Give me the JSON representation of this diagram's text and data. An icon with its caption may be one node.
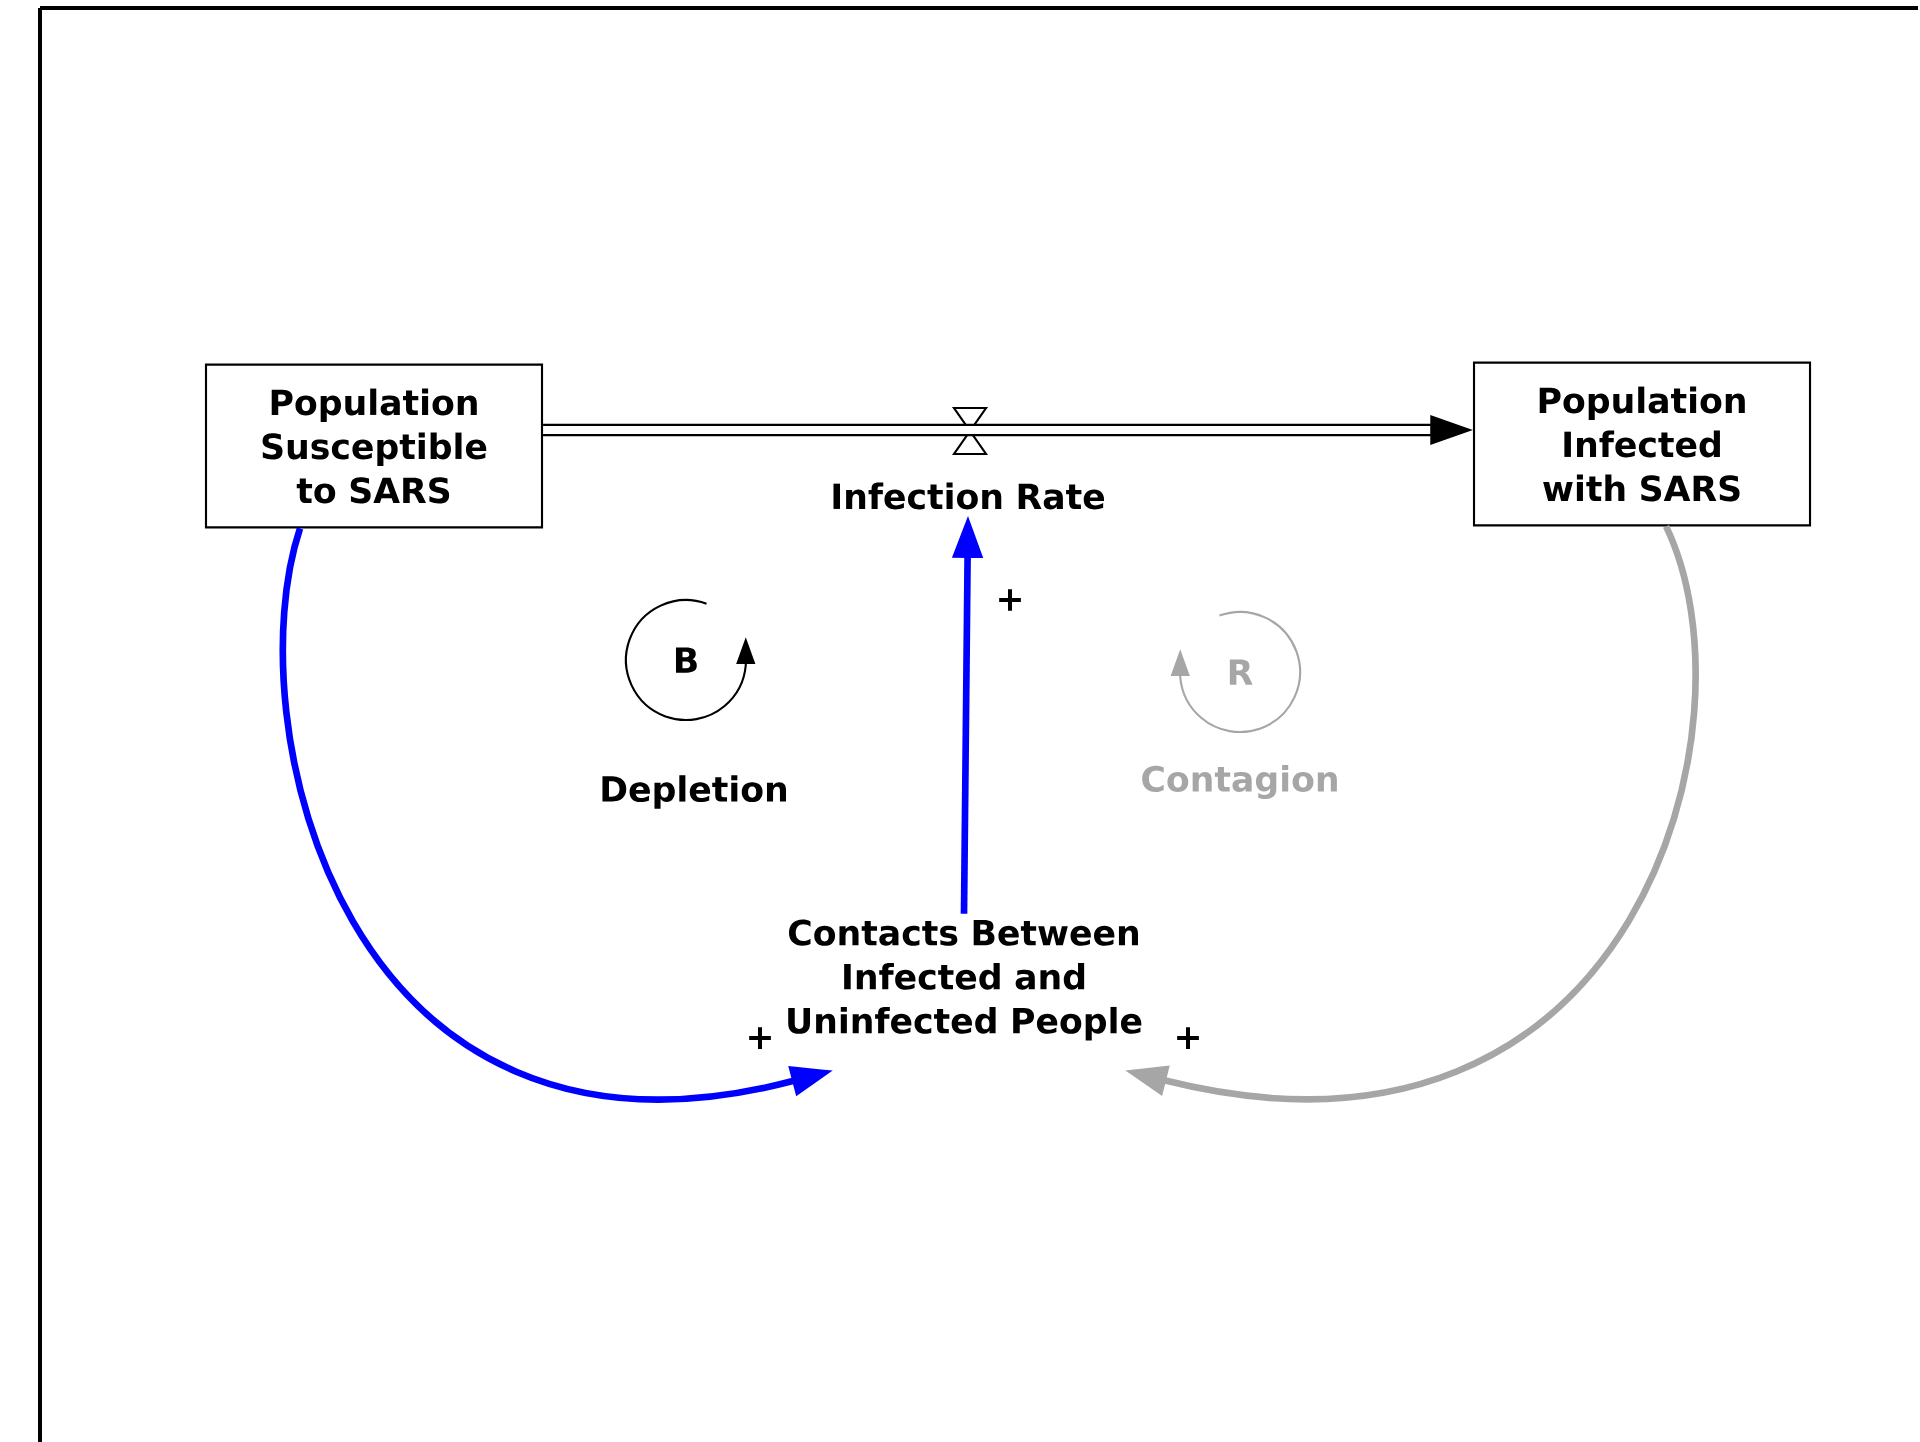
{
  "diagram": {
    "nodes": [
      {
        "text": [
          "Population Susceptible to SARS"
        ]
      },
      {
        "text": [
          "Population Infected with SARS"
        ]
      },
      {
        "text": [
          "Infection Rate"
        ]
      },
      {
        "text": [
          "Contacts Between Infected and Uninfected People"
        ]
      },
      {
        "text": [
          "B"
        ],
        "beside": [
          "Depletion"
        ]
      },
      {
        "text": [
          "R"
        ],
        "beside": [
          "Contagion"
        ]
      }
    ],
    "edges": [
      {
        "from": 0,
        "to": 1,
        "arrow": "to",
        "style": "thick",
        "color": "#000000"
      },
      {
        "from": 0,
        "to": 3,
        "arrow": "to",
        "label": "+",
        "color": "#0000ff"
      },
      {
        "from": 1,
        "to": 3,
        "arrow": "to",
        "label": "+",
        "color": "#a6a6a6"
      },
      {
        "from": 3,
        "to": 2,
        "arrow": "to",
        "label": "+",
        "color": "#0000ff"
      }
    ]
  }
}
